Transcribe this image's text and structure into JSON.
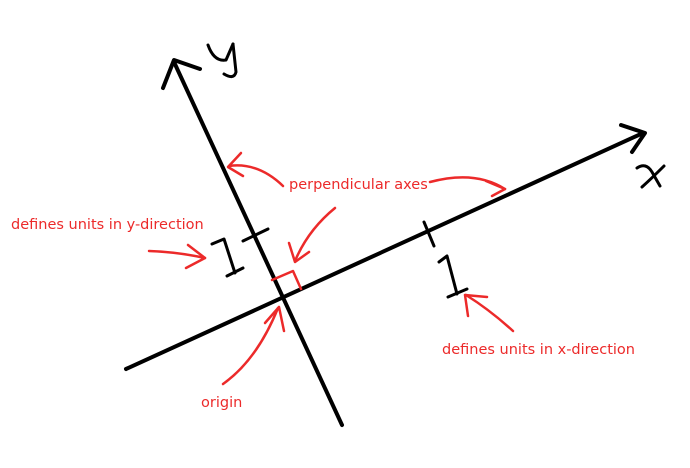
{
  "diagram": {
    "axis_labels": {
      "y": "y",
      "x": "x"
    },
    "unit_marks": {
      "y": "1",
      "x": "1"
    },
    "annotations": {
      "perpendicular_axes": "perpendicular axes",
      "y_units": "defines units in y-direction",
      "x_units": "defines units in x-direction",
      "origin": "origin"
    },
    "colors": {
      "ink": "#000000",
      "annotation": "#ec2a2a",
      "background": "#ffffff"
    }
  }
}
